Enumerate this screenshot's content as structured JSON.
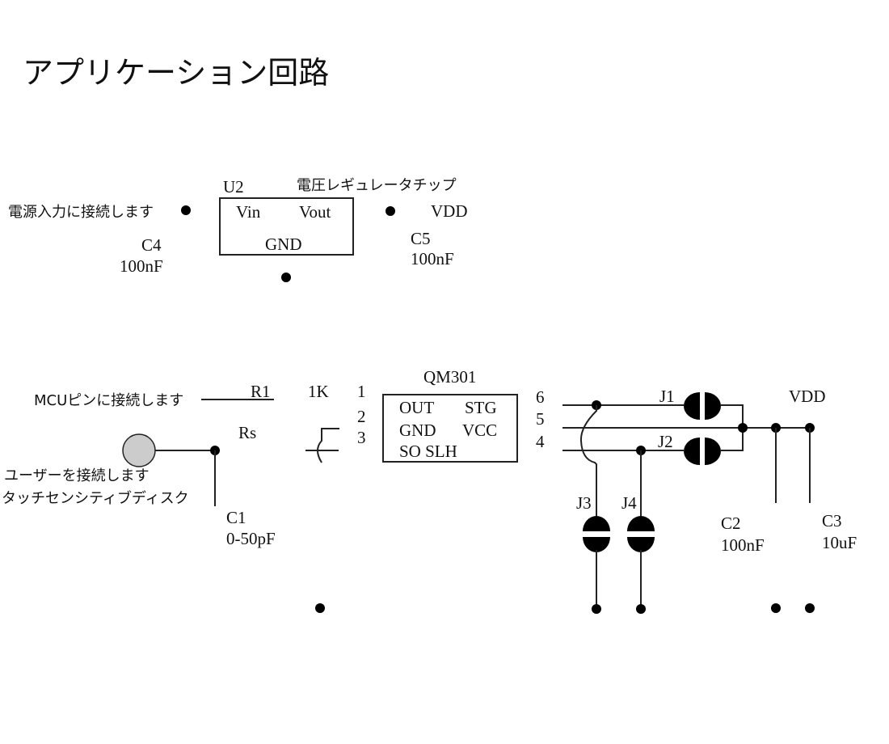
{
  "title": "アプリケーション回路",
  "regulator_section": {
    "ref": "U2",
    "chip_label": "電圧レギュレータチップ",
    "input_label": "電源入力に接続します",
    "pins": {
      "vin": "Vin",
      "vout": "Vout",
      "gnd": "GND"
    },
    "output_net": "VDD",
    "c4": {
      "ref": "C4",
      "value": "100nF"
    },
    "c5": {
      "ref": "C5",
      "value": "100nF"
    }
  },
  "sensor_section": {
    "mcu_label": "MCUピンに接続します",
    "r1": {
      "ref": "R1",
      "value": "1K"
    },
    "rs": {
      "ref": "Rs"
    },
    "left_pin_numbers": [
      "1",
      "2",
      "3"
    ],
    "touch_label_line1": "ユーザーを接続します",
    "touch_label_line2": "タッチセンシティブディスク",
    "c1": {
      "ref": "C1",
      "value": "0-50pF"
    },
    "ic": {
      "name": "QM301",
      "pins_row1": [
        "OUT",
        "STG"
      ],
      "pins_row2": [
        "GND",
        "VCC"
      ],
      "pins_row3": [
        "SO SLH"
      ]
    },
    "right_pin_numbers": [
      "6",
      "5",
      "4"
    ],
    "jumpers": [
      "J1",
      "J2",
      "J3",
      "J4"
    ],
    "vdd_label": "VDD",
    "c2": {
      "ref": "C2",
      "value": "100nF"
    },
    "c3": {
      "ref": "C3",
      "value": "10uF"
    }
  }
}
